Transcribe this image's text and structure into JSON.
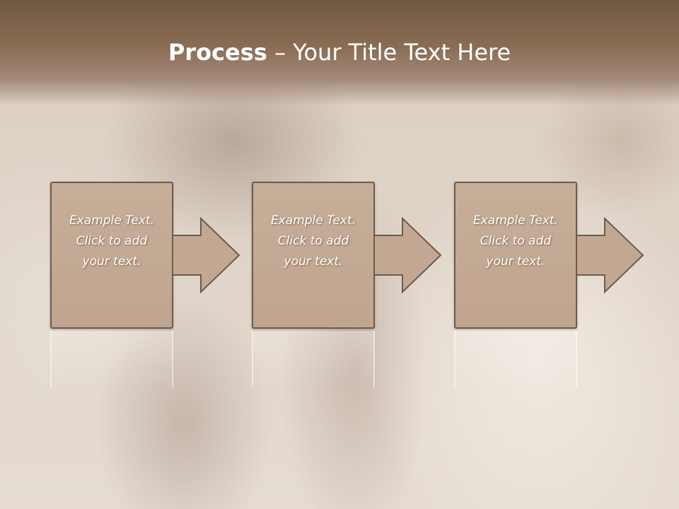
{
  "slide": {
    "title_bold": "Process",
    "title_rest": " – Your Title Text Here"
  },
  "steps": [
    {
      "line1": "Example Text.",
      "line2": "Click  to add",
      "line3": "your text."
    },
    {
      "line1": "Example Text.",
      "line2": "Click  to add",
      "line3": "your text."
    },
    {
      "line1": "Example Text.",
      "line2": "Click  to add",
      "line3": "your text."
    }
  ],
  "colors": {
    "header": "#7a6049",
    "box_fill": "#c4aa94",
    "box_border": "#6e5a4c",
    "text": "#ffffff"
  },
  "icons": [
    "arrow-right-icon",
    "arrow-right-icon",
    "arrow-right-icon"
  ]
}
